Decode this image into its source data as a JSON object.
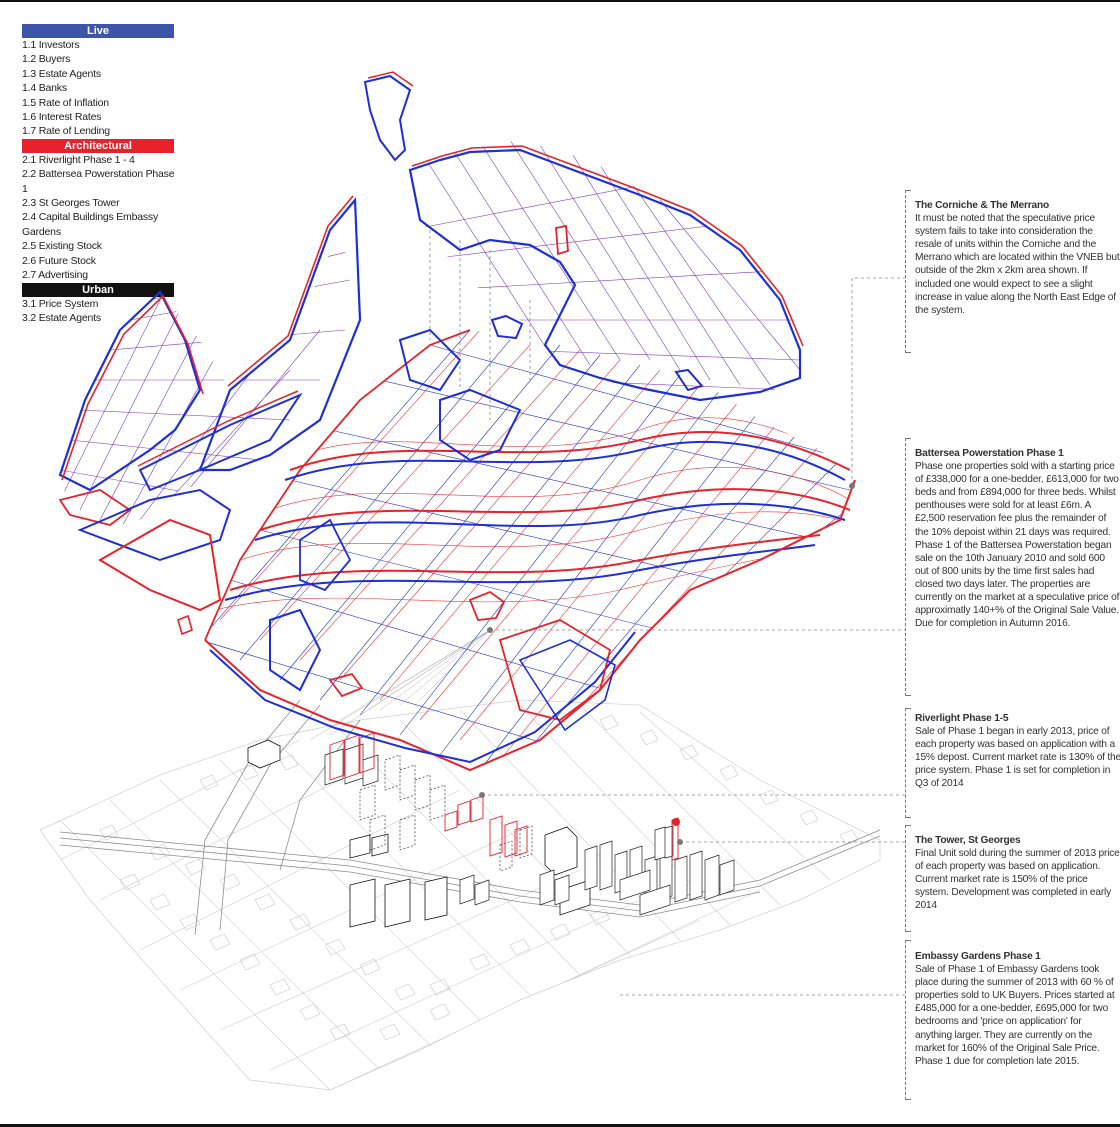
{
  "legend": {
    "categories": [
      {
        "title": "Live",
        "color": "#3d55a8",
        "items": [
          "1.1 Investors",
          "1.2 Buyers",
          "1.3 Estate Agents",
          "1.4 Banks",
          "1.5 Rate of Inflation",
          "1.6 Interest Rates",
          "1.7 Rate of Lending"
        ]
      },
      {
        "title": "Architectural",
        "color": "#e8222a",
        "items": [
          "2.1 Riverlight Phase 1 - 4",
          "2.2 Battersea Powerstation Phase 1",
          "2.3 St Georges Tower",
          "2.4 Capital Buildings Embassy Gardens",
          "2.5 Existing Stock",
          "2.6 Future Stock",
          "2.7 Advertising"
        ]
      },
      {
        "title": "Urban",
        "color": "#111111",
        "items": [
          "3.1 Price System",
          "3.2 Estate Agents"
        ]
      }
    ]
  },
  "notes": [
    {
      "title": "The Corniche & The Merrano",
      "body": "It must be noted that the speculative price system fails to take into consideration the resale of units within the Corniche and the Merrano which are located within the VNEB but outside of the 2km x 2km area shown. If included one would expect to see a slight increase in value along the North East Edge of the system."
    },
    {
      "title": "Battersea Powerstation Phase 1",
      "body": "Phase one properties sold with a starting price of £338,000 for a one-bedder, £613,000 for two beds and from £894,000 for three beds. Whilst penthouses were sold for at least £6m. A £2,500 reservation fee plus the remainder of the 10% depoist within 21 days was required. Phase 1 of the Battersea Powerstation began sale on the 10th January 2010 and sold 600 out of 800 units by the time first sales had closed two days later. The properties are currently on the market at a speculative price of approximatly 140+% of the Original Sale Value. Due for completion in Autumn 2016."
    },
    {
      "title": "Riverlight Phase 1-5",
      "body": "Sale of Phase 1 began in early 2013, price of each property was based on application with a 15% depost. Current market rate is 130% of the price system. Phase 1 is set for completion in Q3 of 2014"
    },
    {
      "title": "The Tower, St Georges",
      "body": "Final Unit sold during the summer of 2013 price of each property was based on application. Current market rate is 150% of the price system. Development was completed in early 2014"
    },
    {
      "title": "Embassy Gardens Phase 1",
      "body": "Sale of Phase 1 of Embassy Gardens took place during the summer of 2013 with 60 % of properties sold to UK Buyers. Prices started at £485,000 for a one-bedder, £695,000 for two bedrooms and 'price on application' for anything larger. They are currently on the market for 160% of the Original Sale Price. Phase 1 due for completion late 2015."
    }
  ],
  "colors": {
    "blue": "#1d2fd6",
    "red": "#e8222a",
    "grey": "#9a9a9a"
  }
}
